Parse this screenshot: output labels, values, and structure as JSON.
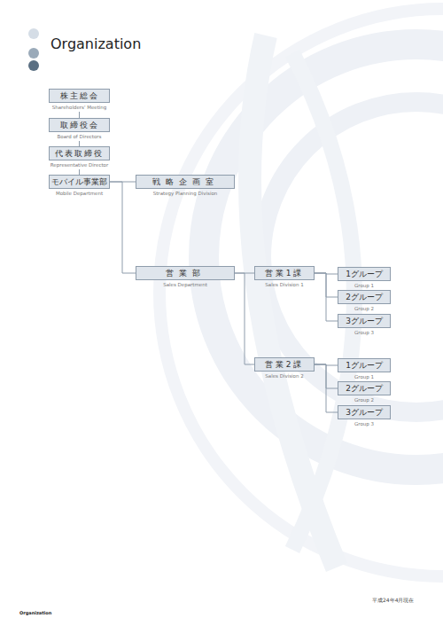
{
  "diagram": {
    "title": "Organization",
    "nodes": [
      {
        "text": [
          "株主総会",
          "Shareholders' Meeting"
        ]
      },
      {
        "text": [
          "取締役会",
          "Board of Directors"
        ]
      },
      {
        "text": [
          "代表取締役",
          "Representative Director"
        ]
      },
      {
        "text": [
          "モバイル事業部",
          "Mobile Department"
        ]
      },
      {
        "text": [
          "戦略企画室",
          "Strategy Planning Division"
        ]
      },
      {
        "text": [
          "営業部",
          "Sales Department"
        ]
      },
      {
        "text": [
          "営業1課",
          "Sales Division 1"
        ]
      },
      {
        "text": [
          "1グループ",
          "Group 1"
        ]
      },
      {
        "text": [
          "2グループ",
          "Group 2"
        ]
      },
      {
        "text": [
          "3グループ",
          "Group 3"
        ]
      },
      {
        "text": [
          "営業2課",
          "Sales Division 2"
        ]
      },
      {
        "text": [
          "1グループ",
          "Group 1"
        ]
      },
      {
        "text": [
          "2グループ",
          "Group 2"
        ]
      },
      {
        "text": [
          "3グループ",
          "Group 3"
        ]
      }
    ],
    "edges": [
      {
        "from": 0,
        "to": 1,
        "arrow": "none"
      },
      {
        "from": 1,
        "to": 2,
        "arrow": "none"
      },
      {
        "from": 2,
        "to": 3,
        "arrow": "none"
      },
      {
        "from": 3,
        "to": 4,
        "arrow": "none"
      },
      {
        "from": 3,
        "to": 5,
        "arrow": "none"
      },
      {
        "from": 5,
        "to": 6,
        "arrow": "none"
      },
      {
        "from": 5,
        "to": 10,
        "arrow": "none"
      },
      {
        "from": 6,
        "to": 7,
        "arrow": "none"
      },
      {
        "from": 6,
        "to": 8,
        "arrow": "none"
      },
      {
        "from": 6,
        "to": 9,
        "arrow": "none"
      },
      {
        "from": 10,
        "to": 11,
        "arrow": "none"
      },
      {
        "from": 10,
        "to": 12,
        "arrow": "none"
      },
      {
        "from": 10,
        "to": 13,
        "arrow": "none"
      }
    ],
    "labels": [
      "平成24年4月現在",
      "Organization"
    ]
  }
}
